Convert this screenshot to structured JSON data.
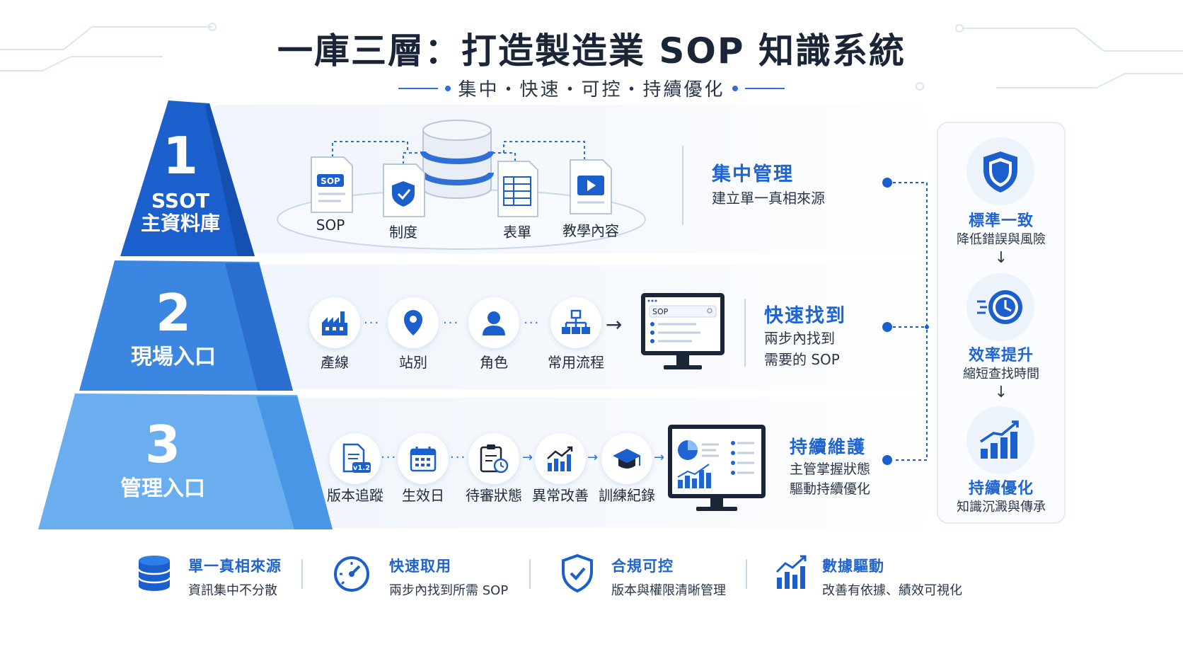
{
  "header": {
    "title": "一庫三層：打造製造業 SOP 知識系統",
    "subtitle": "集中・快速・可控・持續優化"
  },
  "colors": {
    "primary": "#2065cf",
    "tier1": "#1b5fcc",
    "tier2": "#3a86e0",
    "tier3": "#6aaef0",
    "text": "#1f2a3d"
  },
  "tier1": {
    "number": "1",
    "label_line1": "SSOT",
    "label_line2": "主資料庫",
    "items": [
      {
        "label": "SOP",
        "icon": "sop-document-icon"
      },
      {
        "label": "制度",
        "icon": "shield-document-icon"
      },
      {
        "label": "表單",
        "icon": "form-document-icon"
      },
      {
        "label": "教學內容",
        "icon": "video-document-icon"
      }
    ],
    "center_icon": "database-icon",
    "title": "集中管理",
    "desc": "建立單一真相來源"
  },
  "tier2": {
    "number": "2",
    "label": "現場入口",
    "items": [
      {
        "label": "產線",
        "icon": "factory-icon"
      },
      {
        "label": "站別",
        "icon": "location-pin-icon"
      },
      {
        "label": "角色",
        "icon": "user-icon"
      },
      {
        "label": "常用流程",
        "icon": "flowchart-icon"
      }
    ],
    "monitor_text": "SOP",
    "title": "快速找到",
    "desc_line1": "兩步內找到",
    "desc_line2": "需要的 SOP"
  },
  "tier3": {
    "number": "3",
    "label": "管理入口",
    "items": [
      {
        "label": "版本追蹤",
        "icon": "version-document-icon",
        "badge": "v1.2"
      },
      {
        "label": "生效日",
        "icon": "calendar-icon"
      },
      {
        "label": "待審狀態",
        "icon": "clipboard-clock-icon"
      },
      {
        "label": "異常改善",
        "icon": "trend-chart-icon"
      },
      {
        "label": "訓練紀錄",
        "icon": "graduation-cap-icon"
      }
    ],
    "title": "持續維護",
    "desc_line1": "主管掌握狀態",
    "desc_line2": "驅動持續優化"
  },
  "right_panel": [
    {
      "title": "標準一致",
      "desc": "降低錯誤與風險",
      "icon": "shield-icon"
    },
    {
      "title": "效率提升",
      "desc": "縮短查找時間",
      "icon": "clock-icon"
    },
    {
      "title": "持續優化",
      "desc": "知識沉澱與傳承",
      "icon": "growth-chart-icon"
    }
  ],
  "footer": [
    {
      "title": "單一真相來源",
      "desc": "資訊集中不分散",
      "icon": "database-icon"
    },
    {
      "title": "快速取用",
      "desc": "兩步內找到所需 SOP",
      "icon": "speedometer-icon"
    },
    {
      "title": "合規可控",
      "desc": "版本與權限清晰管理",
      "icon": "shield-check-icon"
    },
    {
      "title": "數據驅動",
      "desc": "改善有依據、績效可視化",
      "icon": "bar-chart-icon"
    }
  ]
}
